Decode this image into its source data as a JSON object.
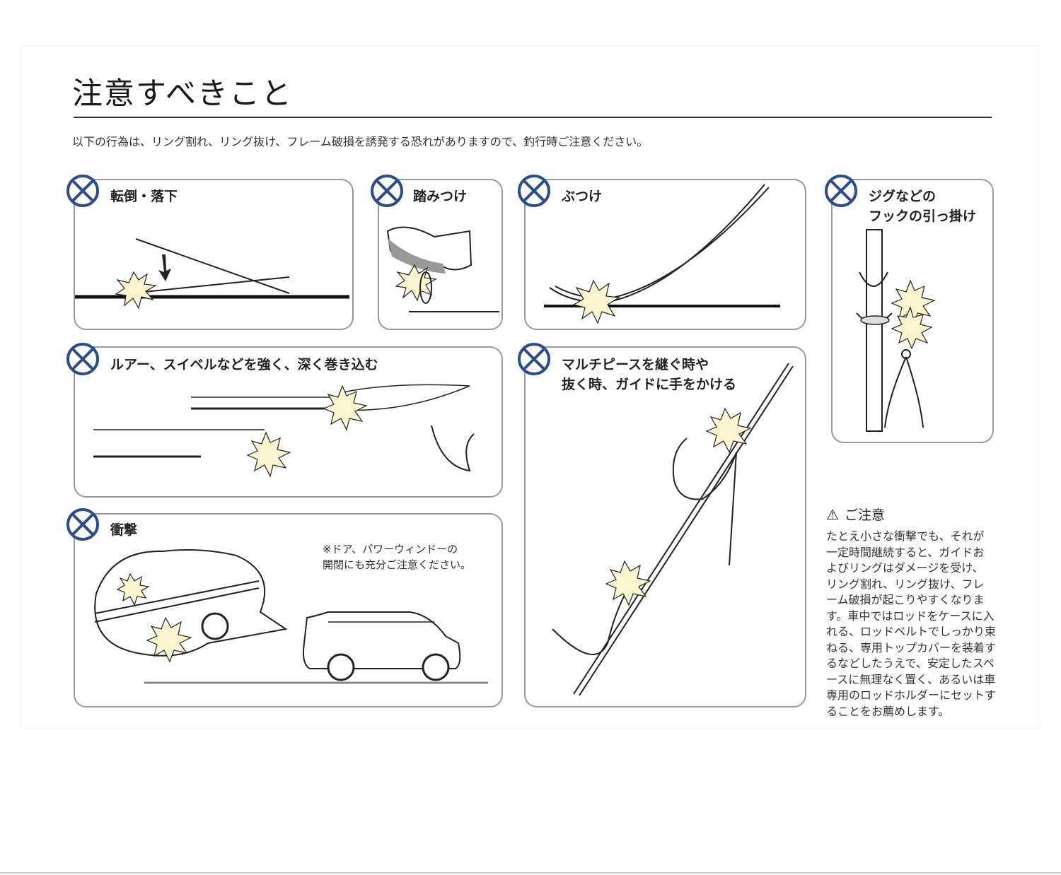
{
  "title": "注意すべきこと",
  "intro": "以下の行為は、リング割れ、リング抜け、フレーム破損を誘発する恐れがありますので、釣行時ご注意ください。",
  "panels": [
    {
      "label": "転倒・落下"
    },
    {
      "label": "踏みつけ"
    },
    {
      "label": "ぶつけ"
    },
    {
      "label": "ジグなどの\nフックの引っ掛け"
    },
    {
      "label": "ルアー、スイベルなどを強く、深く巻き込む"
    },
    {
      "label": "マルチピースを継ぐ時や\n抜く時、ガイドに手をかける"
    },
    {
      "label": "衝撃",
      "note": "※ドア、パワーウィンドーの\n開閉にも充分ご注意ください。"
    }
  ],
  "caution": {
    "heading": "ご注意",
    "body": "たとえ小さな衝撃でも、それが\n一定時間継続すると、ガイドお\nよびリングはダメージを受け、\nリング割れ、リング抜け、フレ\nーム破損が起こりやすくなりま\nす。車中ではロッドをケースに入\nれる、ロッドベルトでしっかり束\nねる、専用トップカバーを装着す\nるなどしたうえで、安定したスペ\nースに無理なく置く、あるいは車\n専用のロッドホルダーにセットす\nることをお薦めします。"
  },
  "colors": {
    "badge": "#2b4c8c",
    "burst": "#fbf6cf",
    "frame": "#9a9a9a"
  }
}
